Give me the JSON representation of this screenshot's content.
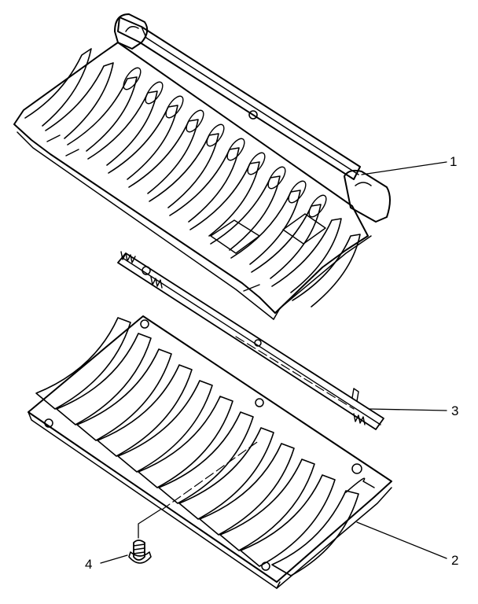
{
  "diagram": {
    "callouts": [
      {
        "id": "1",
        "label": "1"
      },
      {
        "id": "2",
        "label": "2"
      },
      {
        "id": "3",
        "label": "3"
      },
      {
        "id": "4",
        "label": "4"
      }
    ],
    "colors": {
      "ink": "#000000",
      "paper": "#ffffff"
    }
  }
}
